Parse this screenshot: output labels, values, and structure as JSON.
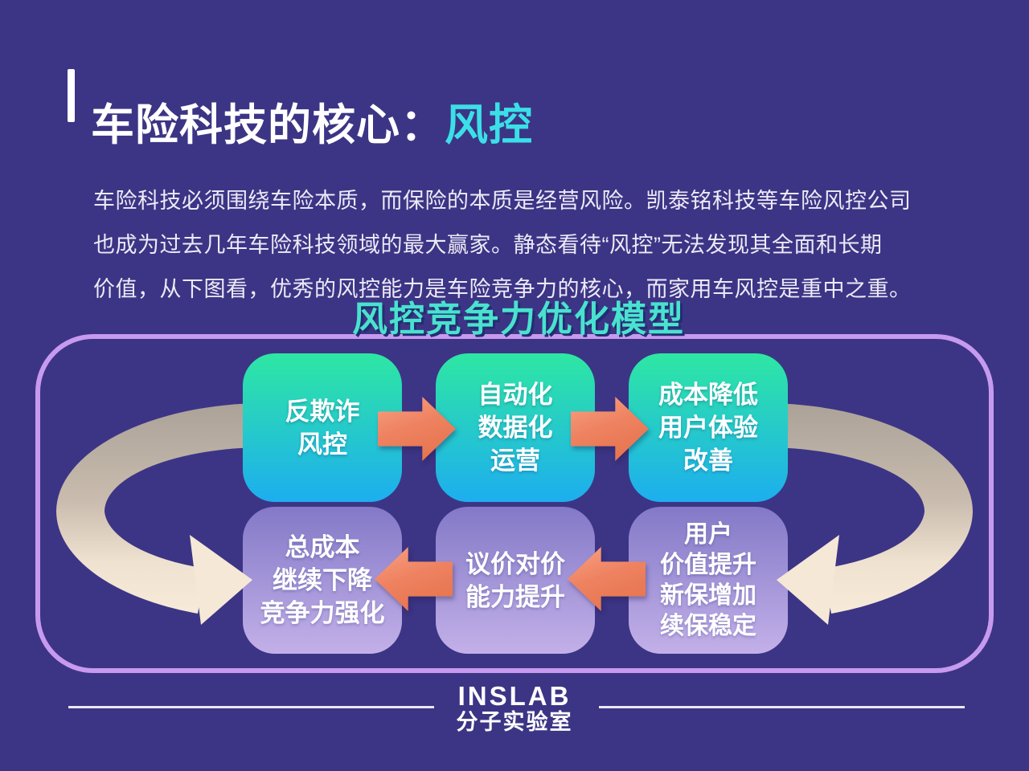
{
  "header": {
    "title": "车险科技的核心：",
    "title_accent": "风控"
  },
  "intro": {
    "text": "车险科技必须围绕车险本质，而保险的本质是经营风险。凯泰铭科技等车险风控公司\n也成为过去几年车险科技领域的最大赢家。静态看待“风控”无法发现其全面和长期\n价值，从下图看，优秀的风控能力是车险竞争力的核心，而家用车风控是重中之重。"
  },
  "diagram": {
    "title": "风控竞争力优化模型",
    "top_boxes": [
      {
        "label": "反欺诈\n风控"
      },
      {
        "label": "自动化\n数据化\n运营"
      },
      {
        "label": "成本降低\n用户体验\n改善"
      }
    ],
    "bottom_boxes": [
      {
        "label": "总成本\n继续下降\n竞争力强化"
      },
      {
        "label": "议价对价\n能力提升"
      },
      {
        "label": "用户\n价值提升\n新保增加\n续保稳定"
      }
    ],
    "flow": {
      "top_direction": "right",
      "bottom_direction": "left"
    }
  },
  "footer": {
    "brand": "INSLAB",
    "brand_cn": "分子实验室"
  },
  "colors": {
    "background": "#3c3484",
    "title_accent_cyan": "#3bdfe8",
    "diagram_title_cyan": "#49e2cf",
    "diagram_border_purple": "#c79af0",
    "top_box_gradient": [
      "#2ee7a3",
      "#1daeef"
    ],
    "bottom_box_gradient": [
      "#8379c7",
      "#c3b0e9"
    ],
    "arrow_orange": "#ee8260",
    "loop_band_gray": "#a9a097",
    "loop_band_cream": "#f8ecdb",
    "text_white": "#ffffff"
  }
}
